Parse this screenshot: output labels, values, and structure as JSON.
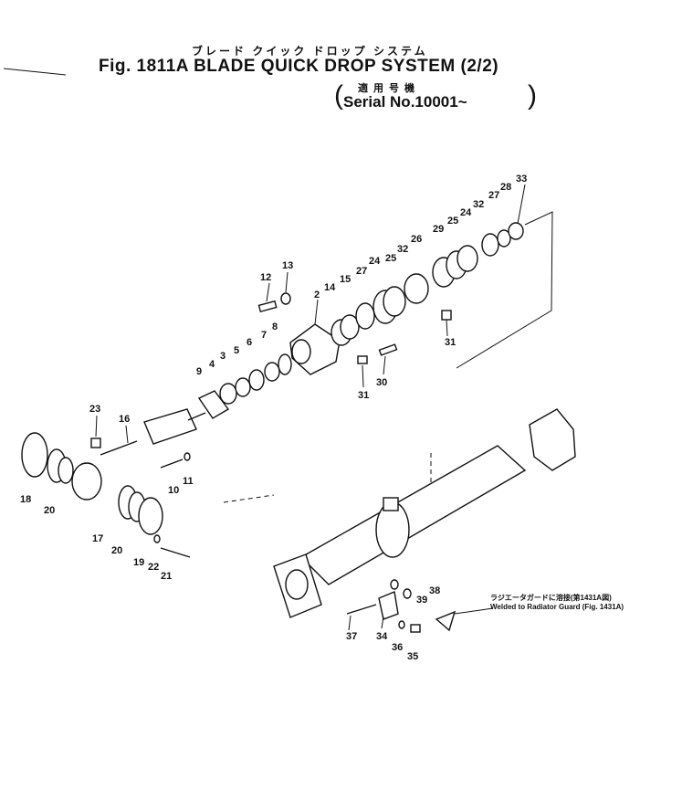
{
  "header": {
    "jp_title": "ブレード クイック ドロップ システム",
    "title": "Fig. 1811A BLADE QUICK DROP SYSTEM (2/2)",
    "serial_jp": "適用号機",
    "serial": "Serial No.10001~"
  },
  "annotation": {
    "jp": "ラジエータガードに溶接(第1431A図)",
    "en": "Welded to Radiator Guard (Fig. 1431A)"
  },
  "callouts": [
    "2",
    "3",
    "4",
    "5",
    "6",
    "7",
    "8",
    "9",
    "10",
    "11",
    "12",
    "13",
    "14",
    "15",
    "16",
    "17",
    "18",
    "19",
    "20",
    "20",
    "21",
    "22",
    "23",
    "24",
    "24",
    "25",
    "25",
    "26",
    "27",
    "27",
    "28",
    "29",
    "30",
    "31",
    "31",
    "32",
    "32",
    "33",
    "34",
    "35",
    "36",
    "37",
    "38",
    "39"
  ]
}
